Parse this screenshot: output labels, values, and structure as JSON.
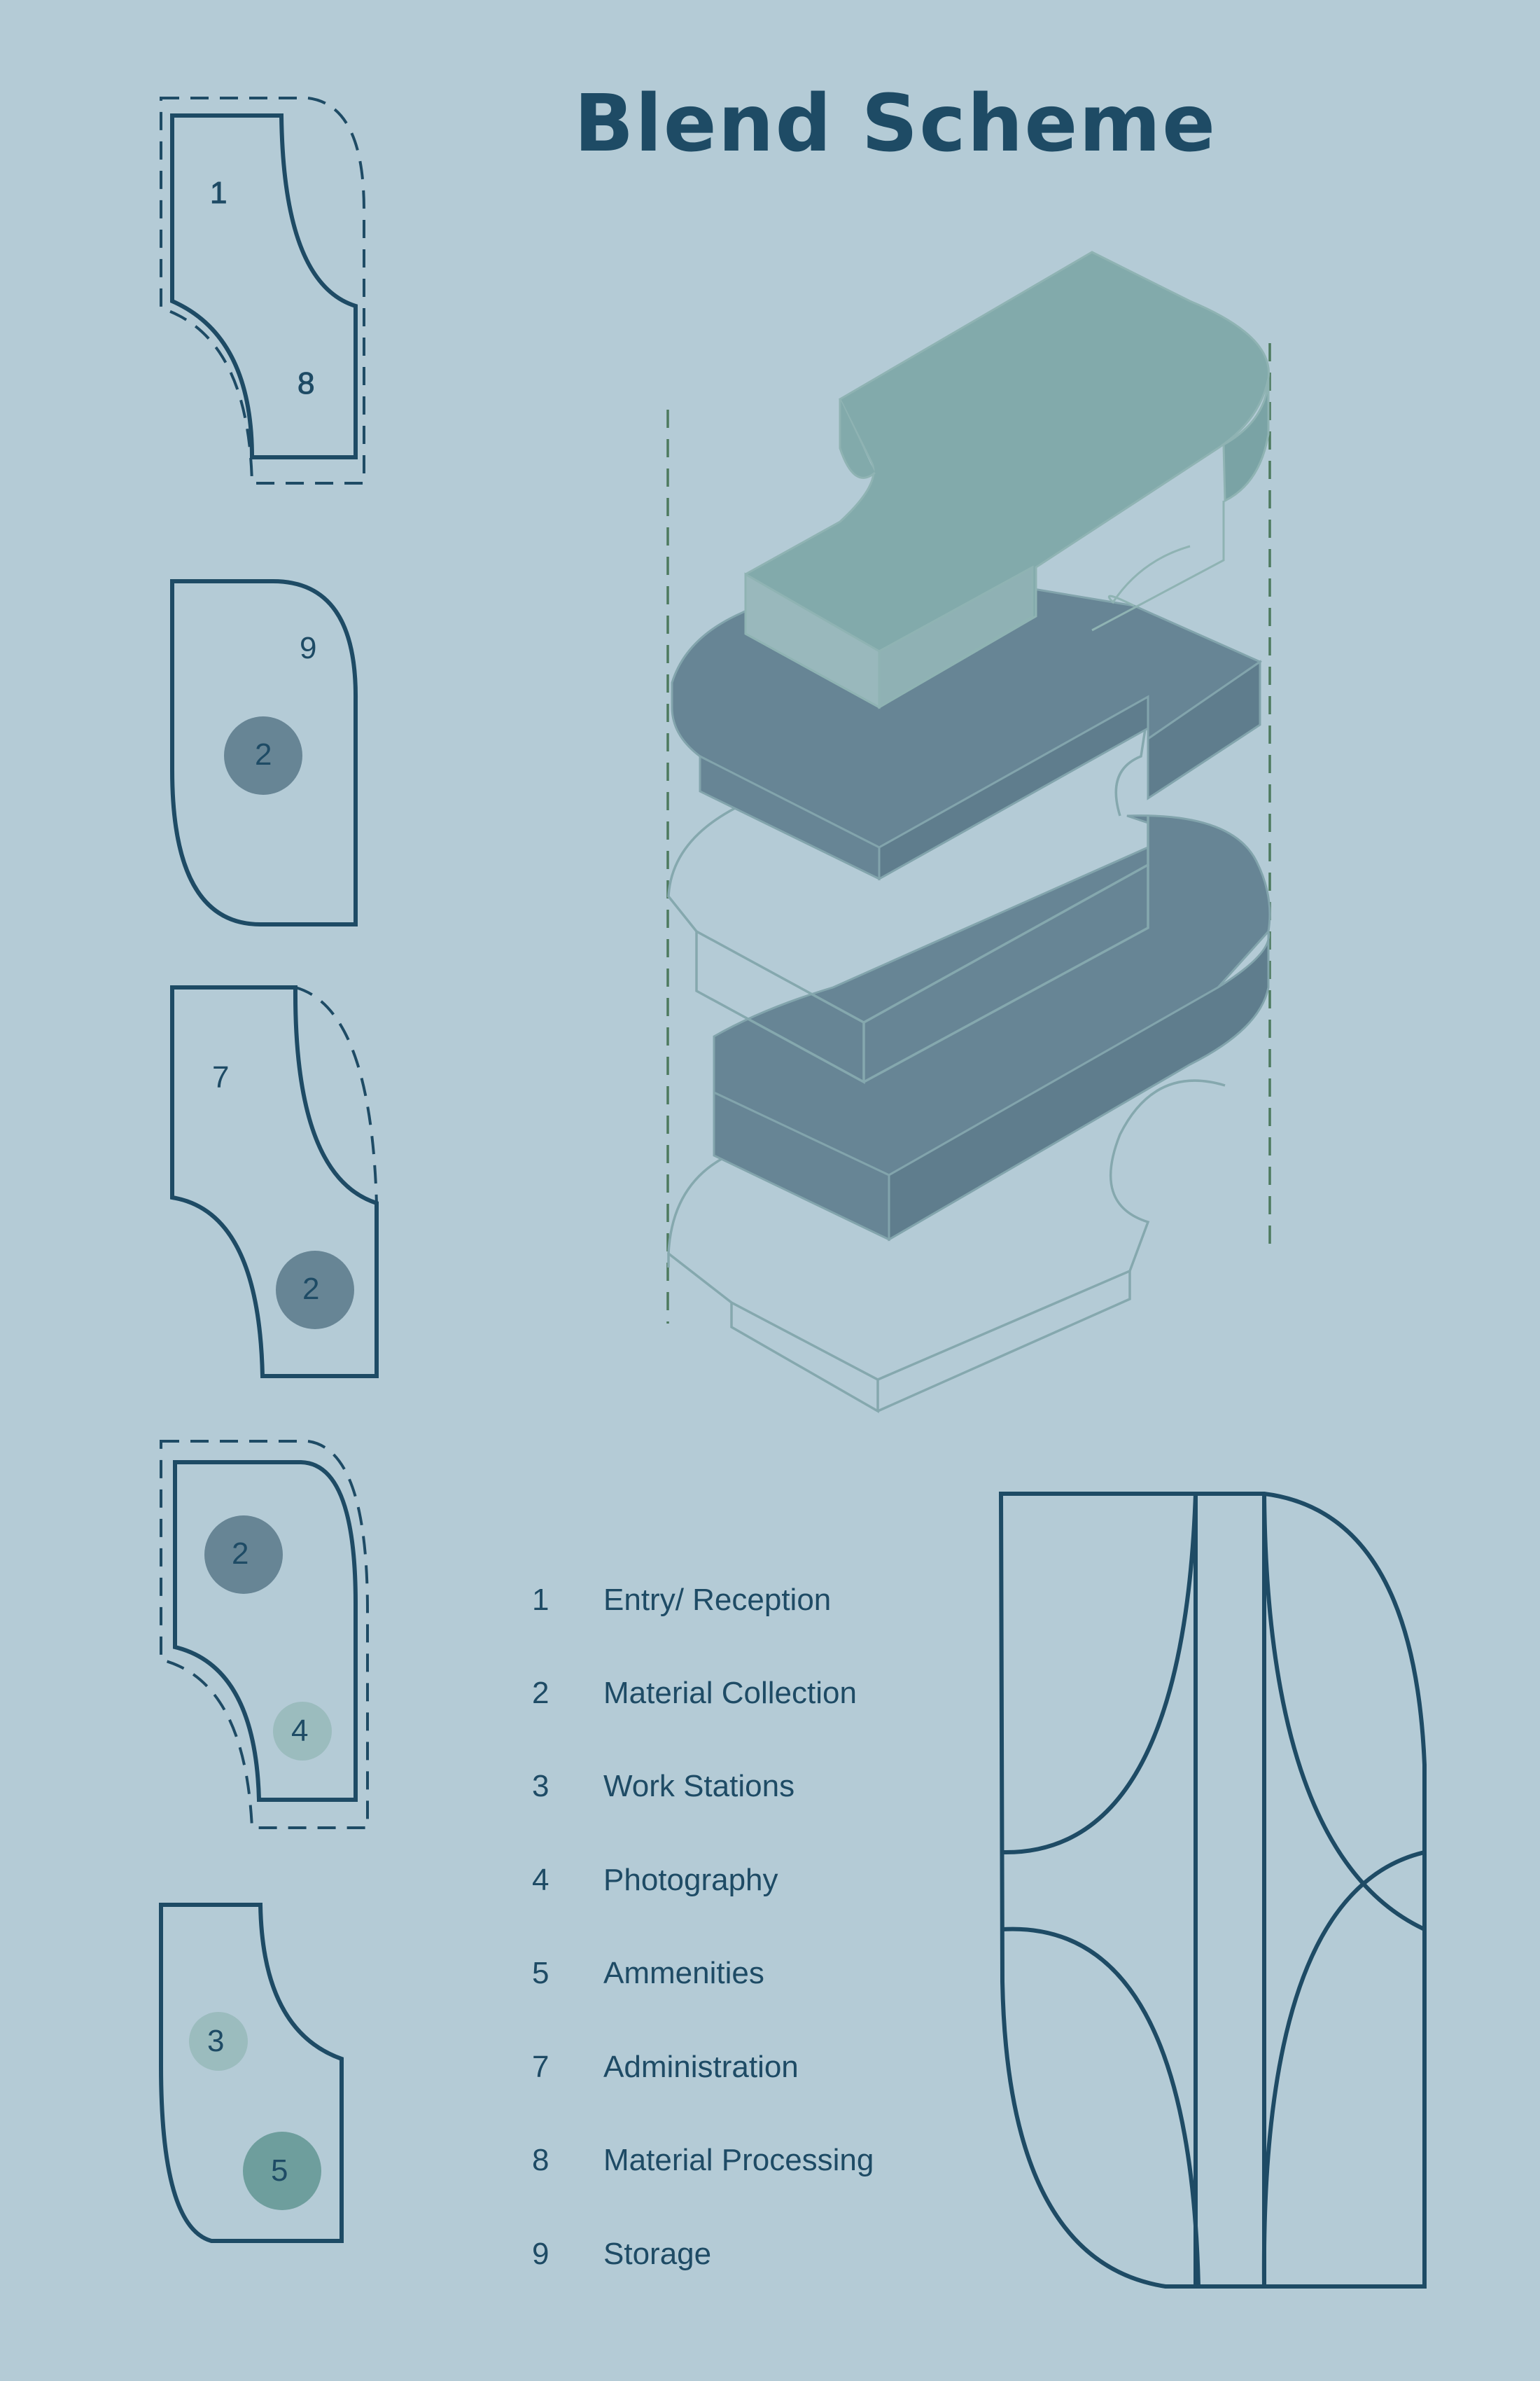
{
  "title": "Blend Scheme",
  "colors": {
    "background": "#b4cbd6",
    "ink": "#1e4b65",
    "slab_dark": "#678595",
    "slab_teal": "#82aaab",
    "slab_light": "#99b8bc",
    "circle_dark": "#678595",
    "circle_light": "#9bbcbe",
    "circle_teal": "#6e9e9d"
  },
  "plans": [
    {
      "labels": [
        "1",
        "8"
      ]
    },
    {
      "labels": [
        "9",
        "2"
      ]
    },
    {
      "labels": [
        "7",
        "2"
      ]
    },
    {
      "labels": [
        "2",
        "4"
      ]
    },
    {
      "labels": [
        "3",
        "5"
      ]
    }
  ],
  "legend": [
    {
      "num": "1",
      "label": "Entry/ Reception"
    },
    {
      "num": "2",
      "label": "Material Collection"
    },
    {
      "num": "3",
      "label": "Work Stations"
    },
    {
      "num": "4",
      "label": "Photography"
    },
    {
      "num": "5",
      "label": "Ammenities"
    },
    {
      "num": "7",
      "label": "Administration"
    },
    {
      "num": "8",
      "label": "Material Processing"
    },
    {
      "num": "9",
      "label": "Storage"
    }
  ]
}
